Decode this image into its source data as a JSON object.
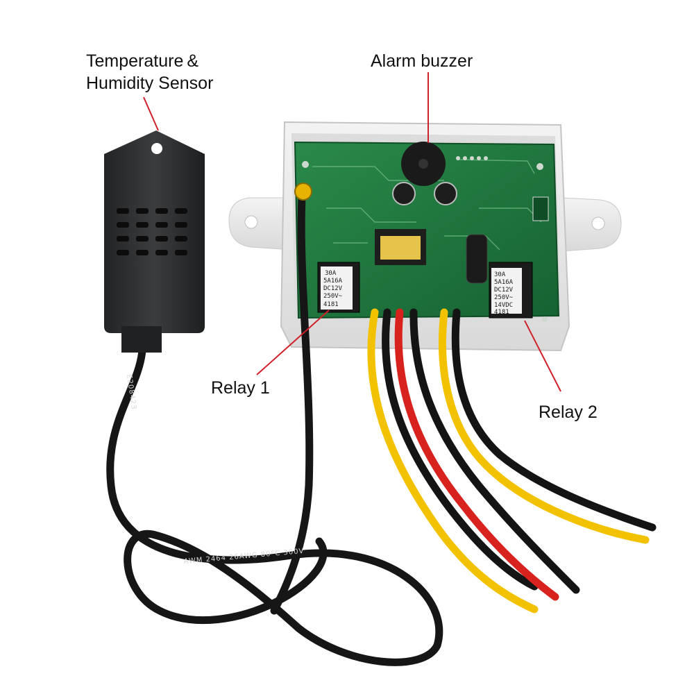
{
  "labels": {
    "sensor_line1": "Temperature &",
    "sensor_line2": "Humidity Sensor",
    "buzzer": "Alarm buzzer",
    "relay1": "Relay 1",
    "relay2": "Relay 2"
  },
  "relay_markings": [
    "30A",
    "5A16A",
    "DC12V",
    "250V~",
    "4181",
    "14VDC"
  ],
  "cable_print": [
    "E208423",
    "AWM 2464 26AWG 80°C 300V"
  ],
  "colors": {
    "callout_line": "#d0202a",
    "pcb": "#1f7a3e",
    "housing": "#ececec",
    "sensor_body": "#2b2d2e",
    "wire_yellow": "#f2c200",
    "wire_red": "#d8221e",
    "wire_black": "#141414"
  }
}
